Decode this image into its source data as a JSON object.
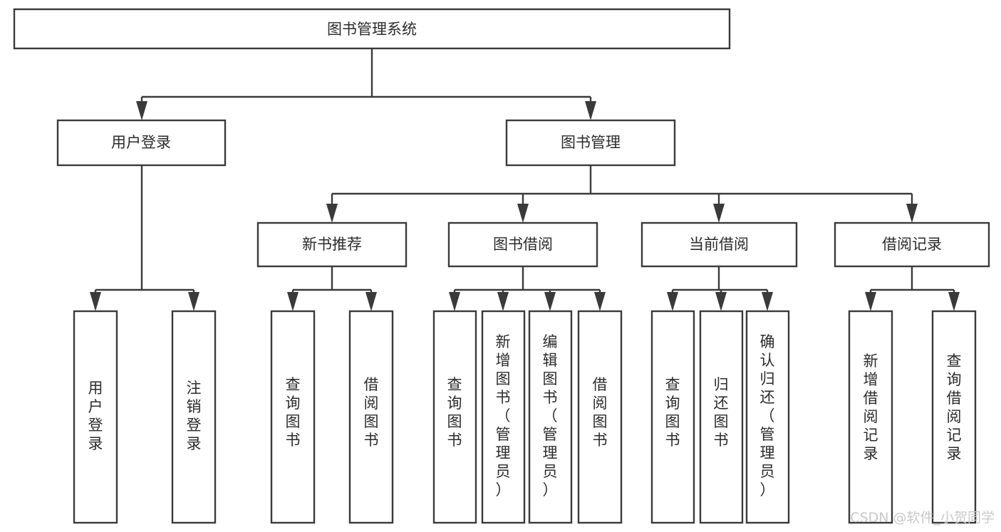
{
  "diagram": {
    "title": "图书管理系统",
    "type": "tree",
    "root": {
      "id": "root",
      "label": "图书管理系统",
      "orientation": "horizontal"
    },
    "level2": [
      {
        "id": "user-login",
        "label": "用户登录",
        "orientation": "horizontal"
      },
      {
        "id": "book-manage",
        "label": "图书管理",
        "orientation": "horizontal"
      }
    ],
    "level3": [
      {
        "id": "new-book-recommend",
        "label": "新书推荐",
        "orientation": "horizontal"
      },
      {
        "id": "book-borrow",
        "label": "图书借阅",
        "orientation": "horizontal"
      },
      {
        "id": "current-borrow",
        "label": "当前借阅",
        "orientation": "horizontal"
      },
      {
        "id": "borrow-record",
        "label": "借阅记录",
        "orientation": "horizontal"
      }
    ],
    "leaves": [
      {
        "id": "leaf-user-login",
        "parent": "user-login",
        "label": "用户登录",
        "orientation": "vertical"
      },
      {
        "id": "leaf-logout",
        "parent": "user-login",
        "label": "注销登录",
        "orientation": "vertical"
      },
      {
        "id": "leaf-query-book-1",
        "parent": "new-book-recommend",
        "label": "查询图书",
        "orientation": "vertical"
      },
      {
        "id": "leaf-borrow-book-1",
        "parent": "new-book-recommend",
        "label": "借阅图书",
        "orientation": "vertical"
      },
      {
        "id": "leaf-query-book-2",
        "parent": "book-borrow",
        "label": "查询图书",
        "orientation": "vertical"
      },
      {
        "id": "leaf-add-book",
        "parent": "book-borrow",
        "label": "新增图书（管理员）",
        "orientation": "vertical"
      },
      {
        "id": "leaf-edit-book",
        "parent": "book-borrow",
        "label": "编辑图书（管理员）",
        "orientation": "vertical"
      },
      {
        "id": "leaf-borrow-book-2",
        "parent": "book-borrow",
        "label": "借阅图书",
        "orientation": "vertical"
      },
      {
        "id": "leaf-query-book-3",
        "parent": "current-borrow",
        "label": "查询图书",
        "orientation": "vertical"
      },
      {
        "id": "leaf-return-book",
        "parent": "current-borrow",
        "label": "归还图书",
        "orientation": "vertical"
      },
      {
        "id": "leaf-confirm-return",
        "parent": "current-borrow",
        "label": "确认归还（管理员）",
        "orientation": "vertical"
      },
      {
        "id": "leaf-add-record",
        "parent": "borrow-record",
        "label": "新增借阅记录",
        "orientation": "vertical"
      },
      {
        "id": "leaf-query-record",
        "parent": "borrow-record",
        "label": "查询借阅记录",
        "orientation": "vertical"
      }
    ],
    "colors": {
      "box_stroke": "#3a3a3a",
      "box_fill": "#ffffff",
      "connector": "#3a3a3a",
      "text": "#2b2b2b",
      "watermark": "#c9c9c9",
      "background": "#ffffff"
    }
  },
  "watermark": {
    "text": "CSDN @软件_小贺同学"
  }
}
